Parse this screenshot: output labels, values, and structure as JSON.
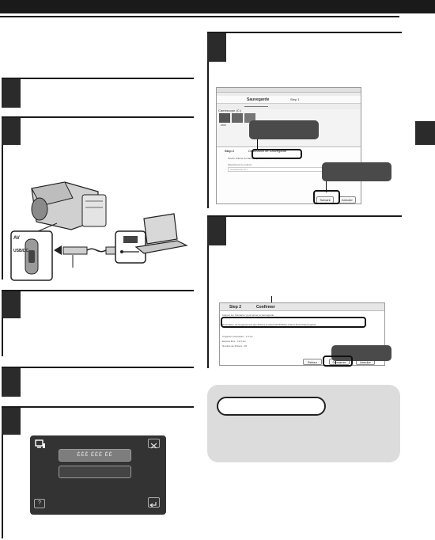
{
  "app_window": {
    "title_label": "Sauvegarde",
    "step1_label": "Step 1",
    "camera_section_label": "Caméscope (C:)",
    "thumb_label": "2060",
    "step_tab_label": "Step 2",
    "destination_header": "Destination de Sauvegarde",
    "radio_label": "Tout le volume du caméscope",
    "sub_label": "Sélectionner le volume",
    "field_value": "Caméscope (C:)",
    "suivant_button": "Suivant",
    "annuler_button": "Annuler"
  },
  "confirm_window": {
    "step_label": "Step 2",
    "confirm_label": "Confirmer",
    "intro_text": "Cliquez sur 'Démarrer' pour lancer la sauvegarde.",
    "destination_text": "Destination d'enregistrement des fichiers C:\\Users\\XXXX\\Mes vidéos\\ Everio\\Sauvegarde",
    "line1": "Capacité nécessaire : 1.0 Go",
    "line2": "Espace libre : 12.5 Go",
    "line3": "Nombre de fichiers : 06",
    "retour_button": "Retour",
    "demarrer_button": "Démarrer",
    "annuler_button": "Annuler"
  },
  "camera": {
    "port_label": "AV",
    "usb_label": "USB/DC"
  },
  "lcd_menu": {
    "item1": "ÉÉÉ ÉÉÉ ÉÉ",
    "help_label": "?"
  },
  "icons": {
    "close": "close-icon",
    "back": "back-arrow-icon",
    "usb": "usb-icon",
    "menu": "pc-menu-icon"
  }
}
